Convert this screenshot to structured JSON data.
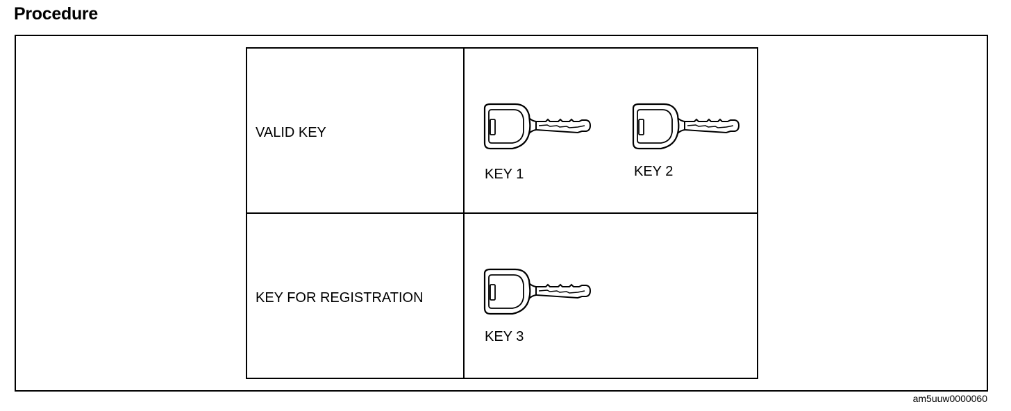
{
  "heading": "Procedure",
  "rows": [
    {
      "label": "VALID KEY"
    },
    {
      "label": "KEY FOR REGISTRATION"
    }
  ],
  "keys": [
    {
      "label": "KEY 1",
      "icon": "key-icon"
    },
    {
      "label": "KEY 2",
      "icon": "key-icon"
    },
    {
      "label": "KEY 3",
      "icon": "key-icon"
    }
  ],
  "figure_id": "am5uuw0000060"
}
